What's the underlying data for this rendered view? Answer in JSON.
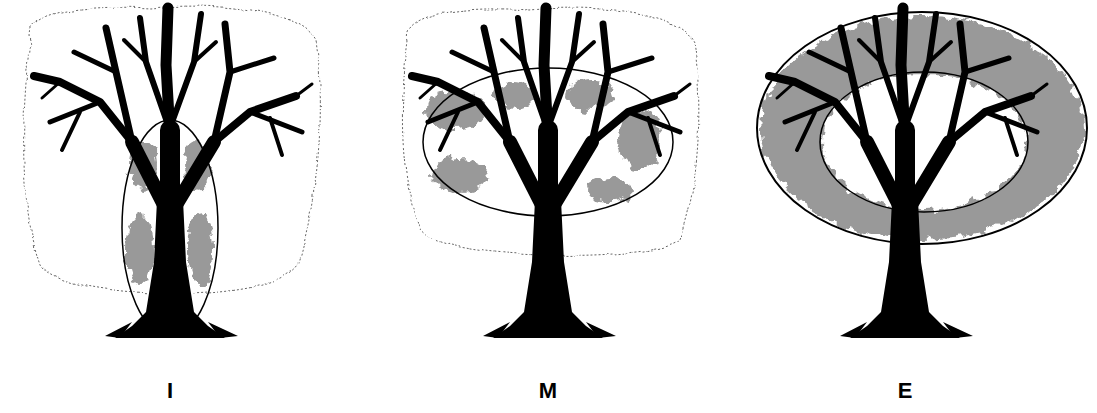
{
  "diagram": {
    "labels": [
      "I",
      "M",
      "E"
    ]
  }
}
